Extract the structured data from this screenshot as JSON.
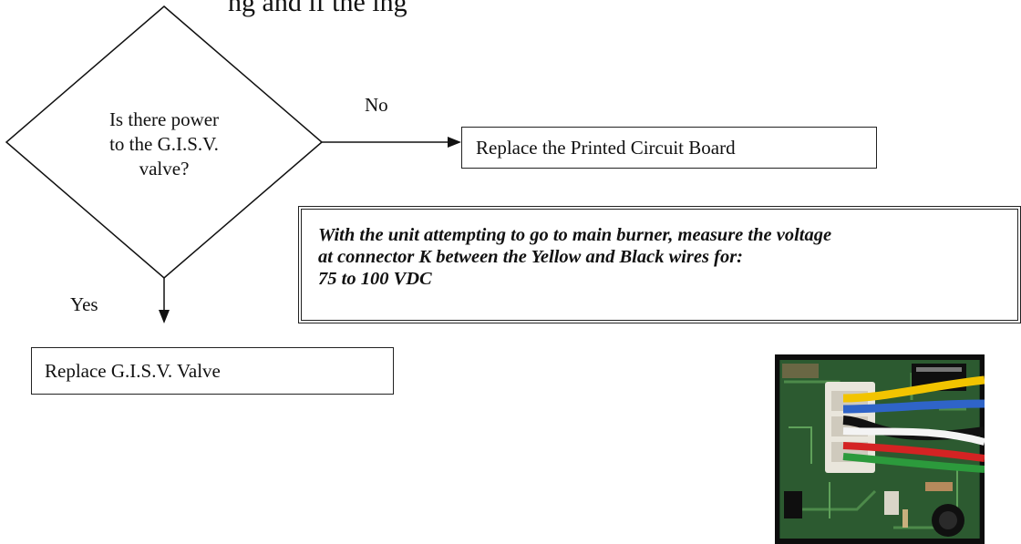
{
  "header_fragment": "ng     and              if    the      ing",
  "decision": {
    "lines": [
      "Is there power",
      "to the G.I.S.V.",
      "valve?"
    ]
  },
  "branches": {
    "no_label": "No",
    "yes_label": "Yes"
  },
  "boxes": {
    "replace_pcb": "Replace the Printed Circuit Board",
    "replace_gisv": "Replace G.I.S.V. Valve"
  },
  "note": {
    "lines": [
      "With the unit attempting to go to main burner, measure the voltage",
      "at connector K between the Yellow and Black wires for:",
      "75 to 100 VDC"
    ]
  },
  "photo": {
    "subject": "circuit-board-connector-photo",
    "wire_colors": [
      "#f2c400",
      "#2f64c8",
      "#111111",
      "#f4f4f4",
      "#d42323",
      "#2c9a3c"
    ]
  },
  "colors": {
    "line": "#111111",
    "board": "#1b3a22"
  }
}
